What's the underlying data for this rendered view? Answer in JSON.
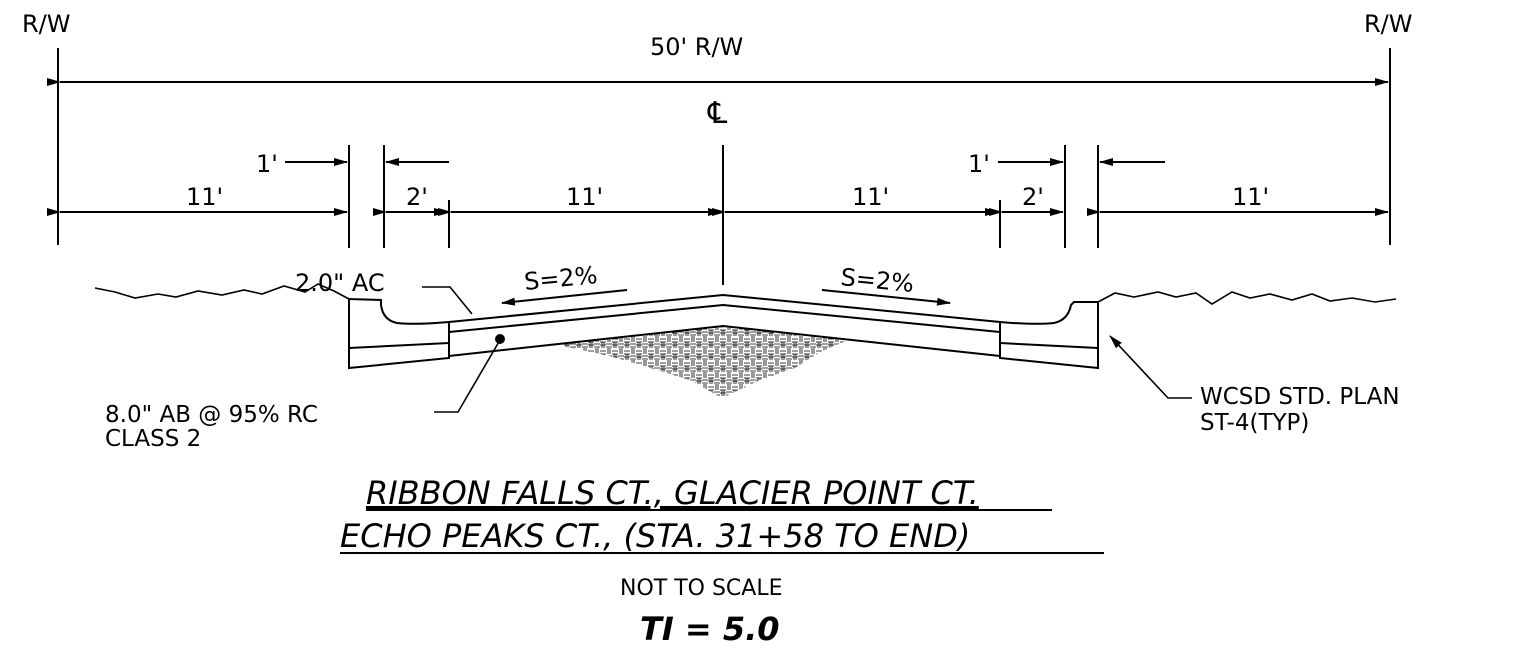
{
  "labels": {
    "rw_left": "R/W",
    "rw_right": "R/W",
    "rw_total": "50' R/W",
    "centerline": "℄",
    "dim_1_left": "1'",
    "dim_1_right": "1'",
    "dim_11_far_left": "11'",
    "dim_2_left": "2'",
    "dim_11_inner_left": "11'",
    "dim_11_inner_right": "11'",
    "dim_2_right": "2'",
    "dim_11_far_right": "11'",
    "ac_note": "2.0\" AC",
    "slope_left": "S=2%",
    "slope_right": "S=2%",
    "ab_note_line1": "8.0\" AB @ 95% RC",
    "ab_note_line2": "CLASS 2",
    "std_plan_line1": "WCSD STD. PLAN",
    "std_plan_line2": "ST-4(TYP)"
  },
  "title": {
    "line1": "RIBBON FALLS CT., GLACIER POINT CT.",
    "line2": "ECHO PEAKS CT., (STA. 31+58 TO END)",
    "scale_note": "NOT TO SCALE",
    "ti": "TI = 5.0"
  }
}
